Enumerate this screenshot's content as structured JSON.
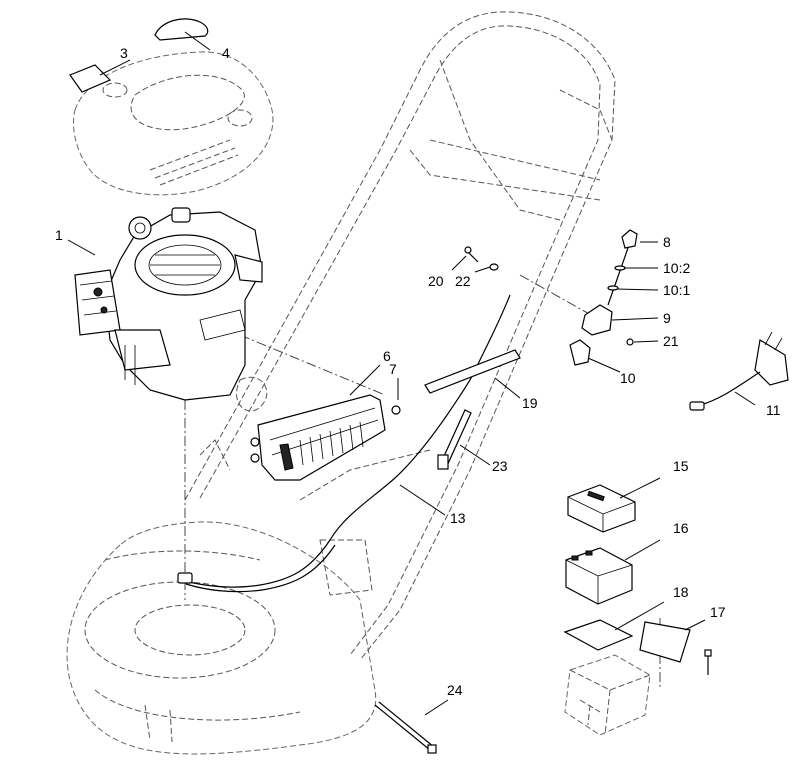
{
  "callouts": {
    "c1": "1",
    "c3": "3",
    "c4": "4",
    "c6": "6",
    "c7": "7",
    "c8": "8",
    "c9": "9",
    "c10": "10",
    "c10_1": "10:1",
    "c10_2": "10:2",
    "c11": "11",
    "c13": "13",
    "c15": "15",
    "c16": "16",
    "c17": "17",
    "c18": "18",
    "c19": "19",
    "c20": "20",
    "c21": "21",
    "c22": "22",
    "c23": "23",
    "c24": "24"
  }
}
